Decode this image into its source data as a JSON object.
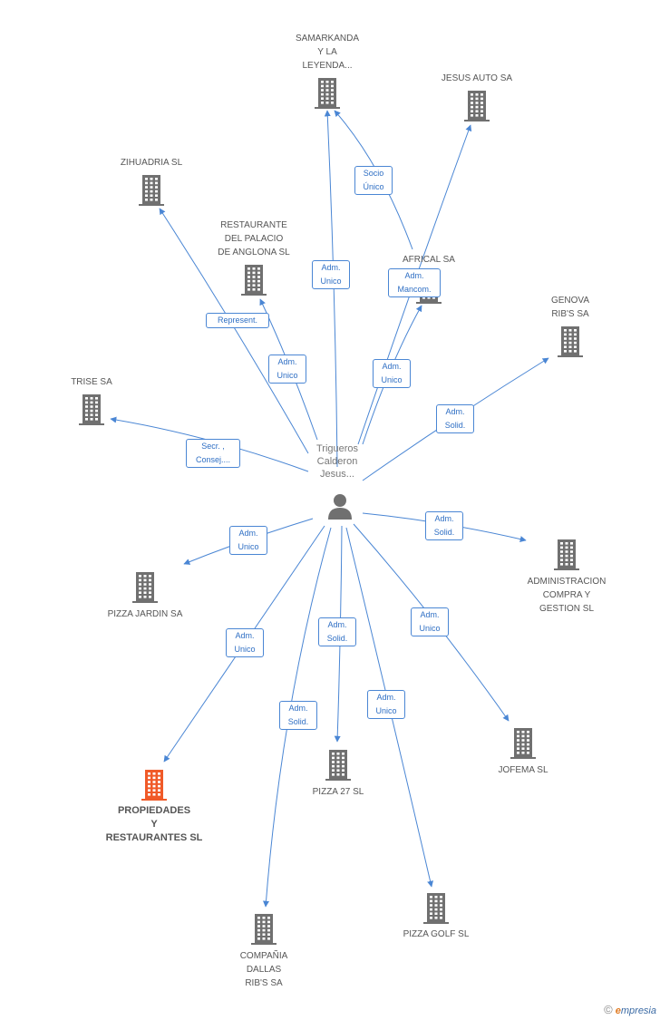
{
  "center": {
    "label": "Trigueros\nCalderon\nJesus..."
  },
  "nodes": [
    {
      "id": "samarkanda",
      "label": "SAMARKANDA\nY LA\nLEYENDA...",
      "focus": false
    },
    {
      "id": "jesus-auto",
      "label": "JESUS AUTO SA",
      "focus": false
    },
    {
      "id": "zihuadria",
      "label": "ZIHUADRIA  SL",
      "focus": false
    },
    {
      "id": "restaurante-palacio",
      "label": "RESTAURANTE\nDEL PALACIO\nDE ANGLONA SL",
      "focus": false
    },
    {
      "id": "africal",
      "label": "AFRICAL SA",
      "focus": false
    },
    {
      "id": "genova",
      "label": "GENOVA\nRIB'S SA",
      "focus": false
    },
    {
      "id": "trise",
      "label": "TRISE SA",
      "focus": false
    },
    {
      "id": "pizza-jardin",
      "label": "PIZZA JARDIN SA",
      "focus": false
    },
    {
      "id": "administracion",
      "label": "ADMINISTRACION\nCOMPRA Y\nGESTION SL",
      "focus": false
    },
    {
      "id": "propiedades",
      "label": "PROPIEDADES\nY\nRESTAURANTES SL",
      "focus": true
    },
    {
      "id": "pizza27",
      "label": "PIZZA 27 SL",
      "focus": false
    },
    {
      "id": "jofema",
      "label": "JOFEMA SL",
      "focus": false
    },
    {
      "id": "compania-dallas",
      "label": "COMPAÑIA\nDALLAS\nRIB'S SA",
      "focus": false
    },
    {
      "id": "pizza-golf",
      "label": "PIZZA GOLF SL",
      "focus": false
    }
  ],
  "edges": [
    {
      "id": "e-samarkanda-1",
      "target": "samarkanda",
      "label": "Adm.\nUnico"
    },
    {
      "id": "e-samarkanda-2",
      "target": "samarkanda",
      "label": "Socio\nÚnico"
    },
    {
      "id": "e-jesus-auto",
      "target": "jesus-auto",
      "label": "Adm.\nMancom."
    },
    {
      "id": "e-zihuadria",
      "target": "zihuadria",
      "label": "Represent."
    },
    {
      "id": "e-restaurante",
      "target": "restaurante-palacio",
      "label": "Adm.\nUnico"
    },
    {
      "id": "e-africal",
      "target": "africal",
      "label": "Adm.\nUnico"
    },
    {
      "id": "e-genova",
      "target": "genova",
      "label": "Adm.\nSolid."
    },
    {
      "id": "e-trise",
      "target": "trise",
      "label": "Secr. ,\nConsej...."
    },
    {
      "id": "e-pizza-jardin",
      "target": "pizza-jardin",
      "label": "Adm.\nUnico"
    },
    {
      "id": "e-administracion",
      "target": "administracion",
      "label": "Adm.\nSolid."
    },
    {
      "id": "e-propiedades",
      "target": "propiedades",
      "label": "Adm.\nUnico"
    },
    {
      "id": "e-pizza27",
      "target": "pizza27",
      "label": "Adm.\nSolid."
    },
    {
      "id": "e-jofema",
      "target": "jofema",
      "label": "Adm.\nUnico"
    },
    {
      "id": "e-dallas",
      "target": "compania-dallas",
      "label": "Adm.\nSolid."
    },
    {
      "id": "e-pizza-golf",
      "target": "pizza-golf",
      "label": "Adm.\nUnico"
    }
  ],
  "colors": {
    "edge": "#4a86d4",
    "building": "#707070",
    "focus_building": "#f05a28",
    "person": "#707070"
  },
  "watermark": {
    "copyright": "©",
    "brand_first": "e",
    "brand_rest": "mpresia"
  }
}
